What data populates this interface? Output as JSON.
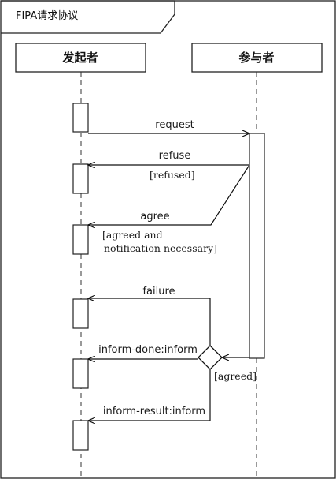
{
  "frame": {
    "title": "FIPA请求协议"
  },
  "participants": {
    "initiator": "发起者",
    "participant": "参与者"
  },
  "messages": {
    "request": "request",
    "refuse": "refuse",
    "agree": "agree",
    "failure": "failure",
    "inform_done": "inform-done:inform",
    "inform_result": "inform-result:inform"
  },
  "conditions": {
    "refused": "[refused]",
    "agreed_notify_line1": "[agreed and",
    "agreed_notify_line2": "notification necessary]",
    "agreed": "[agreed]"
  }
}
